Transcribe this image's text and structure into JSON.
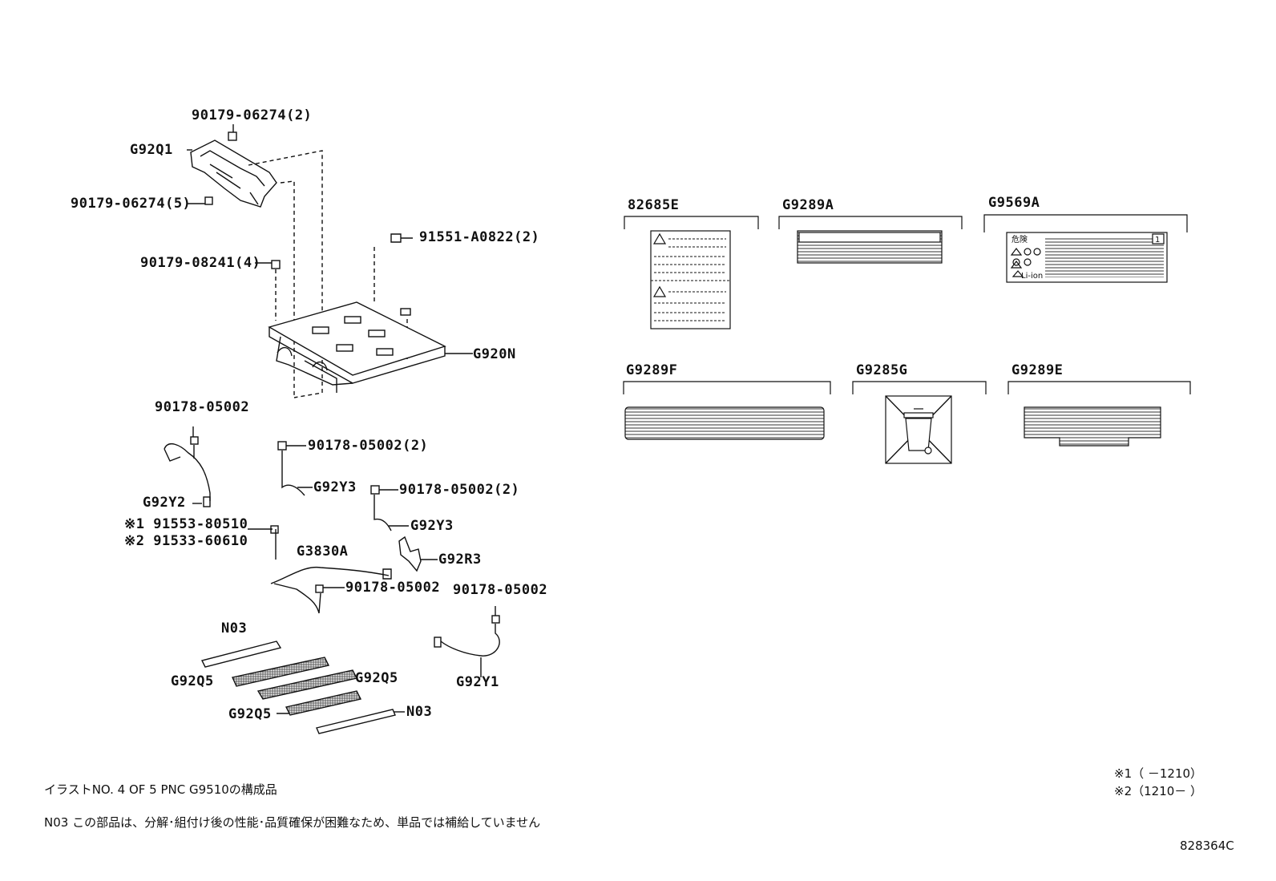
{
  "parts": {
    "p1": "90179-06274(2)",
    "p2": "G92Q1",
    "p3": "90179-06274(5)",
    "p4": "91551-A0822(2)",
    "p5": "90179-08241(4)",
    "p6": "G920N",
    "p7": "90178-05002",
    "p8": "90178-05002(2)",
    "p9": "G92Y3",
    "p10": "90178-05002(2)",
    "p11": "G92Y2",
    "p12": "※1 91553-80510",
    "p13": "※2 91533-60610",
    "p14": "G92Y3",
    "p15": "G3830A",
    "p16": "G92R3",
    "p17": "90178-05002",
    "p18": "90178-05002",
    "p19": "N03",
    "p20": "G92Q5",
    "p21": "G92Q5",
    "p22": "G92Y1",
    "p23": "G92Q5",
    "p24": "N03"
  },
  "labels": {
    "l1": "82685E",
    "l2": "G9289A",
    "l3": "G9569A",
    "l4": "G9289F",
    "l5": "G9285G",
    "l6": "G9289E"
  },
  "label_text": {
    "warn_jp": "危険",
    "li_ion": "Li-ion",
    "one": "1"
  },
  "notes": {
    "illust": "イラストNO. 4 OF 5 PNC G9510の構成品",
    "n03": "N03  この部品は、分解･組付け後の性能･品質確保が困難なため、単品では補給していません",
    "r1": "※1（    －1210）",
    "r2": "※2（1210－    ）",
    "code": "828364C"
  }
}
